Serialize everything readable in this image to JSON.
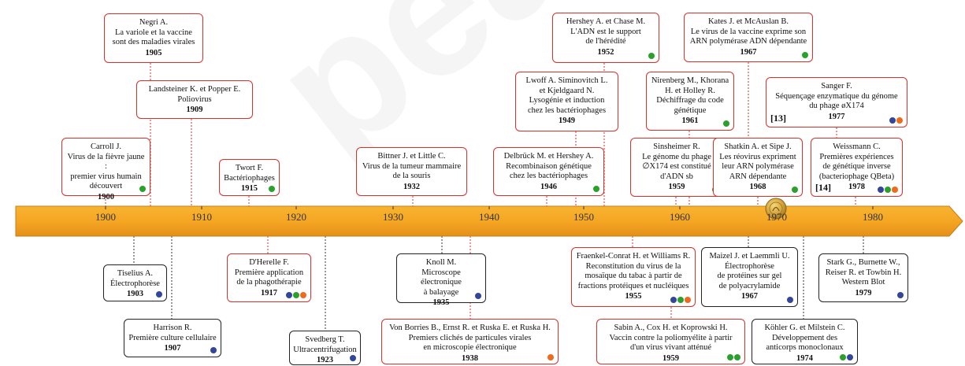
{
  "axis": {
    "ticks": [
      "1900",
      "1910",
      "1920",
      "1930",
      "1940",
      "1950",
      "1960",
      "1970",
      "1980"
    ],
    "colors": {
      "bar": "#f5a623",
      "bar_dark": "#e08a12",
      "tick": "#333333"
    }
  },
  "watermark": "pear",
  "legend_colors": {
    "green": "#2ca02c",
    "blue": "#34469c",
    "orange": "#ee6a1c"
  },
  "events": [
    {
      "id": "negri",
      "text": "Negri A.\nLa variole et la vaccine\nsont des maladies virales",
      "year": "1905",
      "dots": []
    },
    {
      "id": "landsteiner",
      "text": "Landsteiner K. et Popper E.\nPoliovirus",
      "year": "1909",
      "dots": []
    },
    {
      "id": "carroll",
      "text": "Carroll J.\nVirus de la fièvre jaune :\npremier virus humain\ndécouvert",
      "year": "1900",
      "dots": [
        "green"
      ]
    },
    {
      "id": "twort",
      "text": "Twort F.\nBactériophages",
      "year": "1915",
      "dots": [
        "green"
      ]
    },
    {
      "id": "bittner",
      "text": "Bittner J. et Little C.\nVirus de la tumeur mammaire\nde la souris",
      "year": "1932",
      "dots": []
    },
    {
      "id": "delbruck",
      "text": "Delbrück M. et Hershey A.\nRecombinaison génétique\nchez les bactériophages",
      "year": "1946",
      "dots": [
        "green"
      ]
    },
    {
      "id": "lwoff",
      "text": "Lwoff A. Siminovitch L.\net Kjeldgaard N.\nLysogénie et induction\nchez les bactériophages",
      "year": "1949",
      "dots": []
    },
    {
      "id": "hershey",
      "text": "Hershey A. et Chase M.\nL'ADN est le support\nde l'hérédité",
      "year": "1952",
      "dots": [
        "green"
      ]
    },
    {
      "id": "nirenberg",
      "text": "Nirenberg M., Khorana\nH. et Holley R.\nDéchiffrage du code\ngénétique",
      "year": "1961",
      "dots": [
        "green"
      ]
    },
    {
      "id": "sinsheimer",
      "text": "Sinsheimer R.\nLe génome du phage\n∅X174 est constitué\nd'ADN sb",
      "year": "1959",
      "dots": [
        "green"
      ]
    },
    {
      "id": "kates",
      "text": "Kates J. et McAuslan B.\nLe virus de la vaccine exprime son\nARN polymérase ADN dépendante",
      "year": "1967",
      "dots": [
        "green"
      ]
    },
    {
      "id": "shatkin",
      "text": "Shatkin A. et Sipe J.\nLes réovirus expriment\nleur ARN polymérase\nARN dépendante",
      "year": "1968",
      "dots": [
        "green"
      ]
    },
    {
      "id": "sanger",
      "text": "Sanger F.\nSéquençage enzymatique du génome\ndu phage øX174",
      "year": "1977",
      "ref": "[13]",
      "dots": [
        "blue",
        "orange"
      ]
    },
    {
      "id": "weissmann",
      "text": "Weissmann C.\nPremières expériences\nde génétique inverse\n(bacteriophage QBeta)",
      "year": "1978",
      "ref": "[14]",
      "dots": [
        "blue",
        "green",
        "orange"
      ]
    },
    {
      "id": "tiselius",
      "text": "Tiselius A.\nÉlectrophorèse",
      "year": "1903",
      "dots": [
        "blue"
      ]
    },
    {
      "id": "harrison",
      "text": "Harrison R.\nPremière culture cellulaire",
      "year": "1907",
      "dots": [
        "blue"
      ]
    },
    {
      "id": "dherelle",
      "text": "D'Herelle F.\nPremière application\nde la phagothérapie",
      "year": "1917",
      "dots": [
        "blue",
        "green",
        "orange"
      ]
    },
    {
      "id": "svedberg",
      "text": "Svedberg T.\nUltracentrifugation",
      "year": "1923",
      "dots": [
        "blue"
      ]
    },
    {
      "id": "knoll",
      "text": "Knoll M.\nMicroscope électronique\nà balayage",
      "year": "1935",
      "dots": [
        "blue"
      ]
    },
    {
      "id": "vonborries",
      "text": "Von Borries B., Ernst R. et Ruska E. et Ruska H.\nPremiers clichés de particules virales\nen  microscopie électronique",
      "year": "1938",
      "dots": [
        "orange"
      ]
    },
    {
      "id": "fraenkel",
      "text": "Fraenkel-Conrat H. et Williams R.\nReconstitution du virus de la\nmosaïque du tabac à partir de\nfractions protéiques et nucléiques",
      "year": "1955",
      "dots": [
        "blue",
        "green",
        "orange"
      ]
    },
    {
      "id": "sabin",
      "text": "Sabin A., Cox H. et Koprowski H.\nVaccin contre la poliomyélite à partir\nd'un virus vivant atténué",
      "year": "1959",
      "dots": [
        "green",
        "green"
      ]
    },
    {
      "id": "maizel",
      "text": "Maizel J. et Laemmli U.\nÉlectrophorèse\nde protéines sur gel\nde polyacrylamide",
      "year": "1967",
      "dots": [
        "blue"
      ]
    },
    {
      "id": "kohler",
      "text": "Köhler G. et Milstein C.\nDéveloppement des\nanticorps monoclonaux",
      "year": "1974",
      "dots": [
        "green",
        "blue"
      ]
    },
    {
      "id": "stark",
      "text": "Stark G., Burnette W.,\nReiser R. et Towbin H.\nWestern Blot",
      "year": "1979",
      "dots": [
        "blue"
      ]
    }
  ]
}
